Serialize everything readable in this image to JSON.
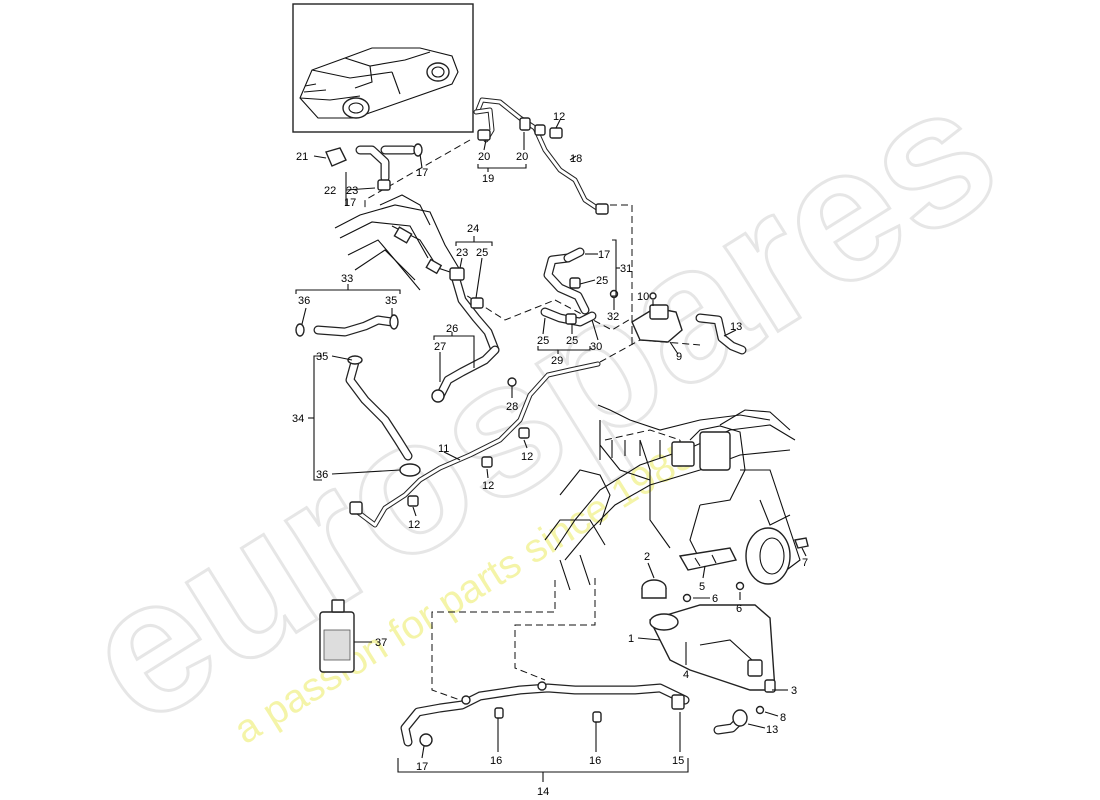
{
  "watermark": {
    "brand": "eurospares",
    "tagline": "a passion for parts since 1985",
    "tagline_color": "#f2f29a",
    "brand_outline_color": "#e6e6e6"
  },
  "callouts": [
    {
      "id": "c-1",
      "text": "1"
    },
    {
      "id": "c-2",
      "text": "2"
    },
    {
      "id": "c-3",
      "text": "3"
    },
    {
      "id": "c-4",
      "text": "4"
    },
    {
      "id": "c-5",
      "text": "5"
    },
    {
      "id": "c-6a",
      "text": "6"
    },
    {
      "id": "c-6b",
      "text": "6"
    },
    {
      "id": "c-7",
      "text": "7"
    },
    {
      "id": "c-8",
      "text": "8"
    },
    {
      "id": "c-9",
      "text": "9"
    },
    {
      "id": "c-10",
      "text": "10"
    },
    {
      "id": "c-11",
      "text": "11"
    },
    {
      "id": "c-12a",
      "text": "12"
    },
    {
      "id": "c-12b",
      "text": "12"
    },
    {
      "id": "c-12c",
      "text": "12"
    },
    {
      "id": "c-12d",
      "text": "12"
    },
    {
      "id": "c-13a",
      "text": "13"
    },
    {
      "id": "c-13b",
      "text": "13"
    },
    {
      "id": "c-14",
      "text": "14"
    },
    {
      "id": "c-15",
      "text": "15"
    },
    {
      "id": "c-16a",
      "text": "16"
    },
    {
      "id": "c-16b",
      "text": "16"
    },
    {
      "id": "c-17a",
      "text": "17"
    },
    {
      "id": "c-17b",
      "text": "17"
    },
    {
      "id": "c-17c",
      "text": "17"
    },
    {
      "id": "c-17d",
      "text": "17"
    },
    {
      "id": "c-18",
      "text": "18"
    },
    {
      "id": "c-19",
      "text": "19"
    },
    {
      "id": "c-20a",
      "text": "20"
    },
    {
      "id": "c-20b",
      "text": "20"
    },
    {
      "id": "c-21",
      "text": "21"
    },
    {
      "id": "c-22",
      "text": "22"
    },
    {
      "id": "c-23a",
      "text": "23"
    },
    {
      "id": "c-23b",
      "text": "23"
    },
    {
      "id": "c-24",
      "text": "24"
    },
    {
      "id": "c-25a",
      "text": "25"
    },
    {
      "id": "c-25b",
      "text": "25"
    },
    {
      "id": "c-25c",
      "text": "25"
    },
    {
      "id": "c-25d",
      "text": "25"
    },
    {
      "id": "c-26",
      "text": "26"
    },
    {
      "id": "c-27",
      "text": "27"
    },
    {
      "id": "c-28",
      "text": "28"
    },
    {
      "id": "c-29",
      "text": "29"
    },
    {
      "id": "c-30",
      "text": "30"
    },
    {
      "id": "c-31",
      "text": "31"
    },
    {
      "id": "c-32",
      "text": "32"
    },
    {
      "id": "c-33",
      "text": "33"
    },
    {
      "id": "c-34",
      "text": "34"
    },
    {
      "id": "c-35a",
      "text": "35"
    },
    {
      "id": "c-35b",
      "text": "35"
    },
    {
      "id": "c-36a",
      "text": "36"
    },
    {
      "id": "c-36b",
      "text": "36"
    },
    {
      "id": "c-37",
      "text": "37"
    }
  ]
}
